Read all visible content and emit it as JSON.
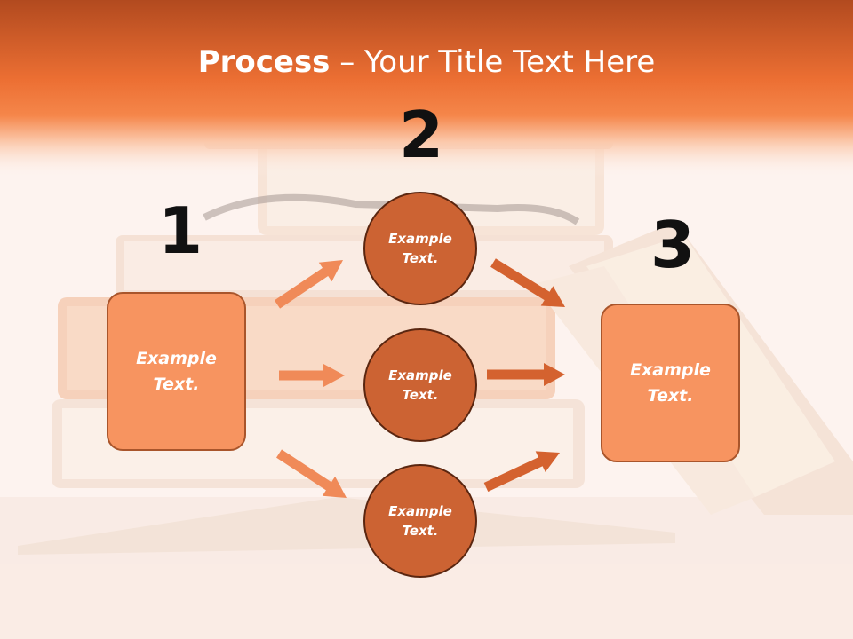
{
  "title": {
    "bold": "Process",
    "rest": " – Your Title Text Here"
  },
  "steps": [
    {
      "number": "1",
      "text": "Example\nText."
    },
    {
      "number": "2",
      "text": "Example\nText."
    },
    {
      "number": "3",
      "text": "Example\nText."
    }
  ],
  "circles": [
    {
      "text": "Example\nText."
    },
    {
      "text": "Example\nText."
    },
    {
      "text": "Example\nText."
    }
  ],
  "colors": {
    "header": "#ef7a3c",
    "box_fill": "#f79460",
    "box_border": "#a9552b",
    "circle_fill": "#cc6333",
    "circle_border": "#5a2610",
    "arrow_left": "#f08a58",
    "arrow_right": "#d4622f"
  }
}
